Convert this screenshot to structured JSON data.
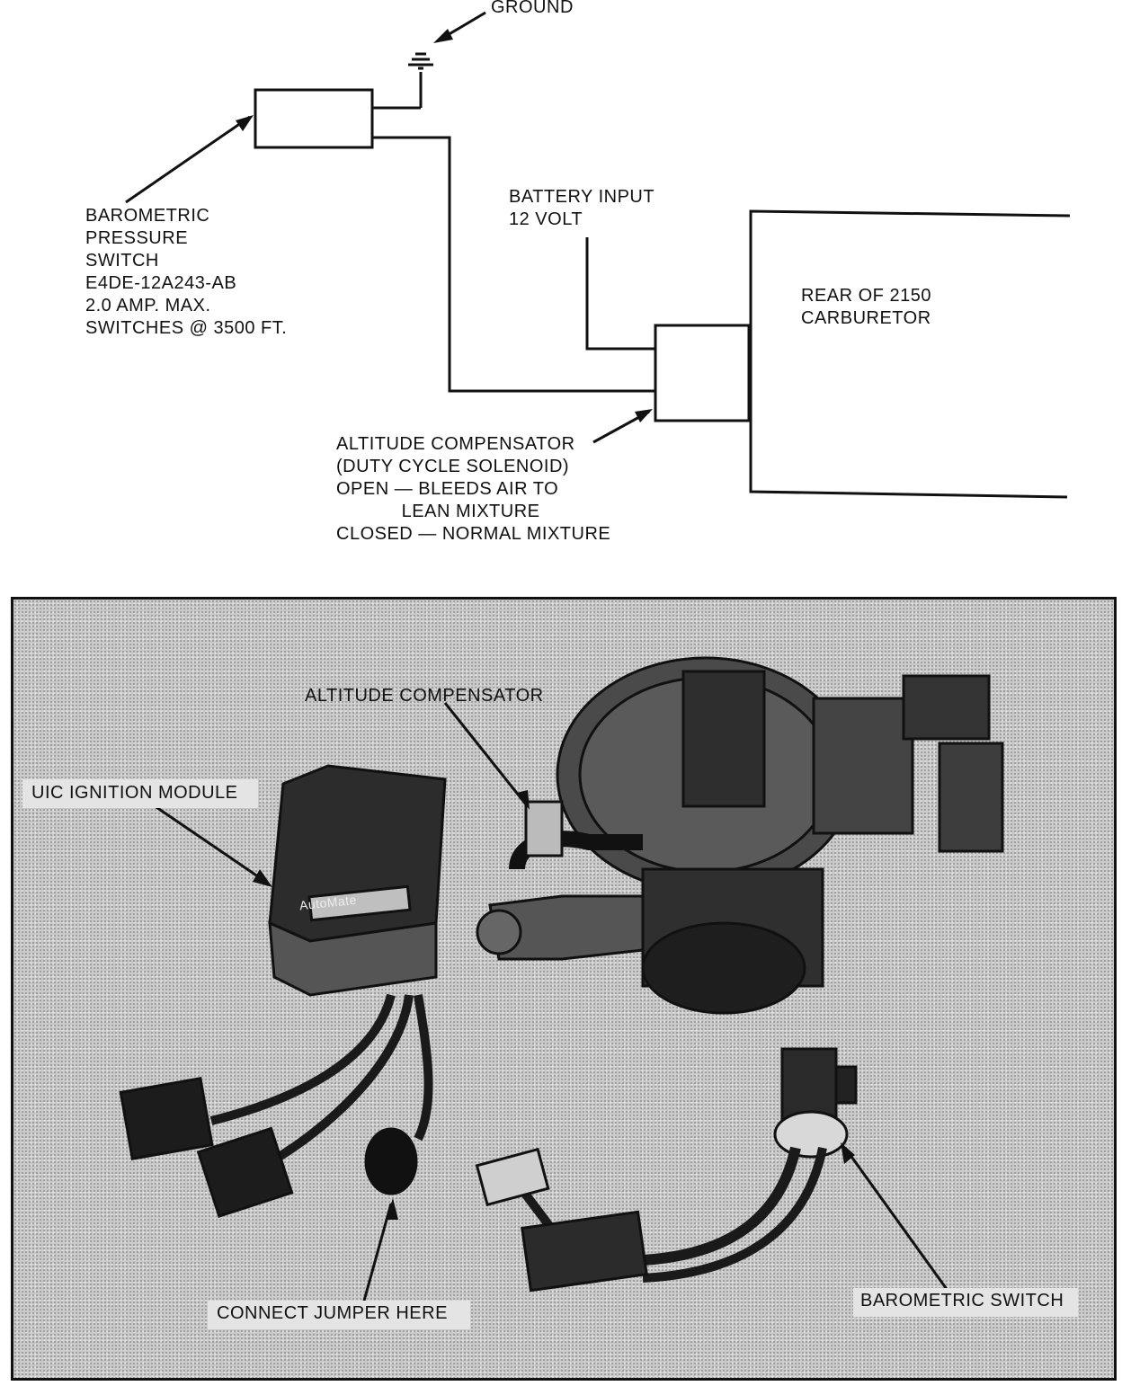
{
  "diagram": {
    "ground_label": "GROUND",
    "switch_label": [
      "BAROMETRIC",
      "PRESSURE",
      "SWITCH",
      "E4DE-12A243-AB",
      "2.0 AMP. MAX.",
      "SWITCHES @ 3500 FT."
    ],
    "battery_label": [
      "BATTERY INPUT",
      "12 VOLT"
    ],
    "carb_label": [
      "REAR OF 2150",
      "CARBURETOR"
    ],
    "compensator_label": [
      "ALTITUDE COMPENSATOR",
      "(DUTY CYCLE SOLENOID)",
      "OPEN — BLEEDS AIR TO",
      "            LEAN MIXTURE",
      "CLOSED — NORMAL MIXTURE"
    ]
  },
  "photo": {
    "altitude_compensator": "ALTITUDE COMPENSATOR",
    "uic_module": "UIC IGNITION MODULE",
    "connect_jumper": "CONNECT JUMPER HERE",
    "barometric_switch": "BAROMETRIC SWITCH",
    "module_marking": "AutoMate"
  }
}
